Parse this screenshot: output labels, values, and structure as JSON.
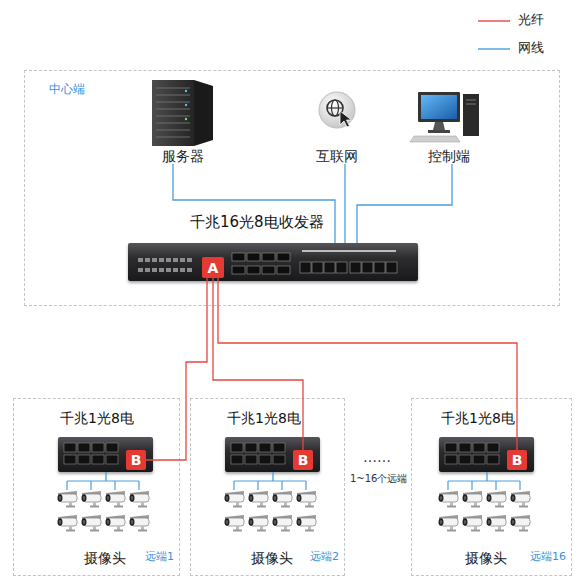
{
  "diagram": {
    "nodes": [
      {
        "text": [
          "中心端"
        ]
      },
      {
        "text": [
          "服务器"
        ],
        "in": 0
      },
      {
        "text": [
          "互联网"
        ],
        "in": 0
      },
      {
        "text": [
          "控制端"
        ],
        "in": 0
      },
      {
        "text": [
          "千兆16光8电收发器"
        ],
        "in": 0
      },
      {
        "text": [
          "A"
        ],
        "in": 4
      },
      {
        "text": [
          "远端1"
        ]
      },
      {
        "text": [
          "千兆1光8电"
        ],
        "in": 6
      },
      {
        "text": [
          "B"
        ],
        "in": 7
      },
      {
        "text": [
          "摄像头"
        ],
        "in": 6
      },
      {
        "text": [
          "远端2"
        ]
      },
      {
        "text": [
          "千兆1光8电"
        ],
        "in": 10
      },
      {
        "text": [
          "B"
        ],
        "in": 11
      },
      {
        "text": [
          "摄像头"
        ],
        "in": 10
      },
      {
        "text": [
          "远端16"
        ]
      },
      {
        "text": [
          "千兆1光8电"
        ],
        "in": 14
      },
      {
        "text": [
          "B"
        ],
        "in": 15
      },
      {
        "text": [
          "摄像头"
        ],
        "in": 14
      }
    ],
    "edges": [
      {
        "from": 1,
        "to": 4,
        "arrow": "none"
      },
      {
        "from": 2,
        "to": 4,
        "arrow": "none"
      },
      {
        "from": 3,
        "to": 4,
        "arrow": "none"
      },
      {
        "from": 5,
        "to": 8,
        "arrow": "none"
      },
      {
        "from": 5,
        "to": 12,
        "arrow": "none"
      },
      {
        "from": 5,
        "to": 16,
        "arrow": "none"
      },
      {
        "from": 7,
        "to": 9,
        "arrow": "none"
      },
      {
        "from": 11,
        "to": 13,
        "arrow": "none"
      },
      {
        "from": 15,
        "to": 17,
        "arrow": "none"
      }
    ],
    "labels": [
      "……",
      "1~16个远端"
    ],
    "legend": [
      {
        "text": "光纤"
      },
      {
        "text": "网线"
      }
    ]
  }
}
